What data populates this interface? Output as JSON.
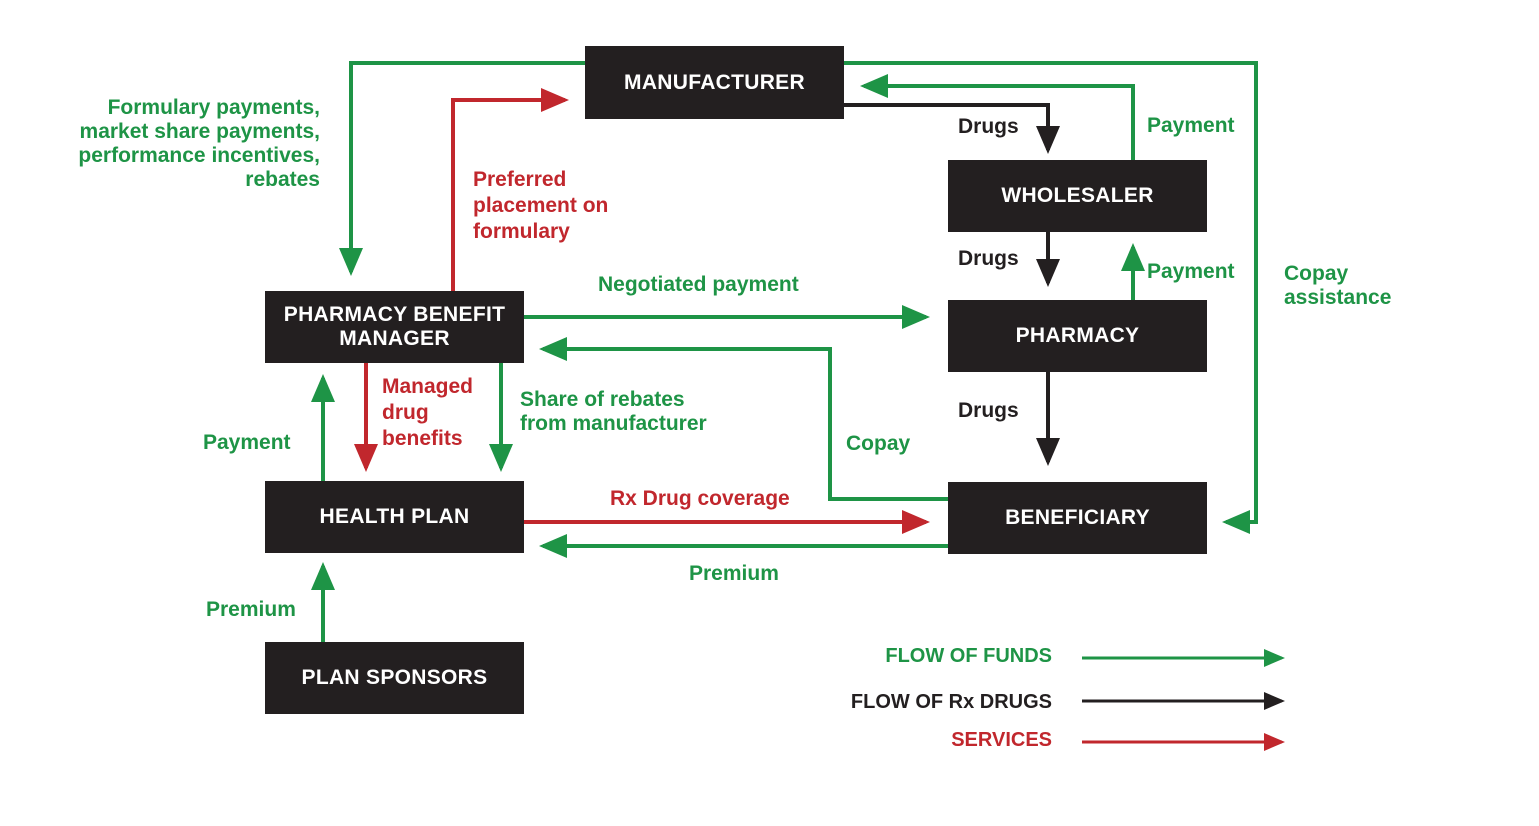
{
  "colors": {
    "funds": "#1e9446",
    "drugs": "#231f20",
    "services": "#c1272d",
    "box": "#231f20"
  },
  "nodes": {
    "manufacturer": "MANUFACTURER",
    "wholesaler": "WHOLESALER",
    "pharmacy": "PHARMACY",
    "pbm_line1": "PHARMACY BENEFIT",
    "pbm_line2": "MANAGER",
    "health_plan": "HEALTH PLAN",
    "beneficiary": "BENEFICIARY",
    "plan_sponsors": "PLAN SPONSORS"
  },
  "labels": {
    "formulary_1": "Formulary payments,",
    "formulary_2": "market share payments,",
    "formulary_3": "performance incentives,",
    "formulary_4": "rebates",
    "preferred_1": "Preferred",
    "preferred_2": "placement on",
    "preferred_3": "formulary",
    "drugs_mw": "Drugs",
    "drugs_wp": "Drugs",
    "drugs_pb": "Drugs",
    "payment_wm": "Payment",
    "payment_pw": "Payment",
    "copay_assist_1": "Copay",
    "copay_assist_2": "assistance",
    "negotiated": "Negotiated payment",
    "managed_1": "Managed",
    "managed_2": "drug",
    "managed_3": "benefits",
    "share_1": "Share of rebates",
    "share_2": "from manufacturer",
    "payment_hp": "Payment",
    "copay": "Copay",
    "rx_coverage": "Rx Drug coverage",
    "premium_bh": "Premium",
    "premium_sh": "Premium"
  },
  "legend": {
    "funds": "FLOW OF FUNDS",
    "drugs": "FLOW OF Rx DRUGS",
    "services": "SERVICES"
  }
}
